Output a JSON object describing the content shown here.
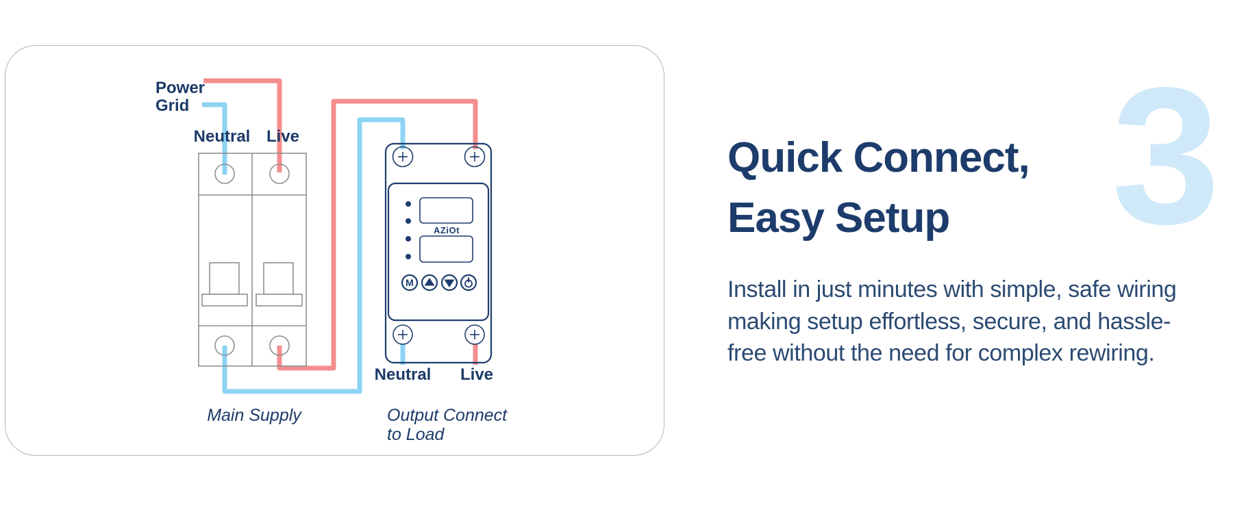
{
  "diagram": {
    "power_grid": {
      "line1": "Power",
      "line2": "Grid"
    },
    "breaker": {
      "label_neutral": "Neutral",
      "label_live": "Live",
      "caption": "Main Supply"
    },
    "device": {
      "brand": "AZiOt",
      "button_mode": "M",
      "label_neutral": "Neutral",
      "label_live": "Live",
      "caption_line1": "Output Connect",
      "caption_line2": "to Load"
    },
    "colors": {
      "live_wire": "#f58e8e",
      "neutral_wire": "#8dd3f3",
      "device_outline": "#1e3c6e",
      "breaker_outline": "#8f8f8f",
      "label_text": "#1d3a68"
    }
  },
  "content": {
    "step_number": "3",
    "heading_line1": "Quick Connect,",
    "heading_line2": "Easy Setup",
    "body_line1": "Install in just minutes with simple, safe wiring",
    "body_line2": "making setup effortless, secure, and hassle-",
    "body_line3": "free without the need for complex rewiring.",
    "heading_color": "#1d3c6b",
    "accent_number_color": "#cfe9f9"
  }
}
